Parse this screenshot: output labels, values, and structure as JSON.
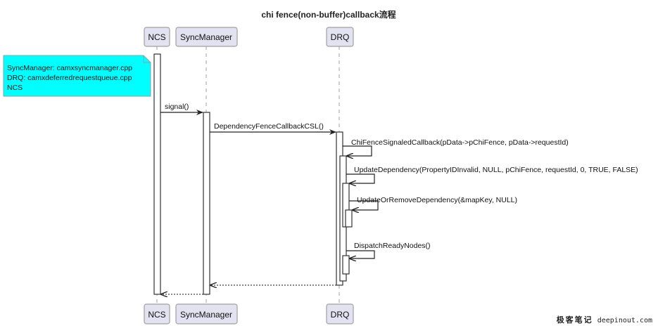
{
  "diagram": {
    "title": "chi fence(non-buffer)callback流程",
    "participants": [
      {
        "id": "NCS",
        "label": "NCS"
      },
      {
        "id": "SyncManager",
        "label": "SyncManager"
      },
      {
        "id": "DRQ",
        "label": "DRQ"
      }
    ],
    "note": {
      "lines": [
        "SyncManager: camxsyncmanager.cpp",
        "DRQ: camxdeferredrequestqueue.cpp",
        "NCS"
      ],
      "color": "#00ffff"
    },
    "messages": [
      {
        "from": "NCS",
        "to": "SyncManager",
        "label": "signal()",
        "type": "sync"
      },
      {
        "from": "SyncManager",
        "to": "DRQ",
        "label": "DependencyFenceCallbackCSL()",
        "type": "sync"
      },
      {
        "from": "DRQ",
        "to": "DRQ",
        "label": "ChiFenceSignaledCallback(pData->pChiFence, pData->requestId)",
        "type": "self"
      },
      {
        "from": "DRQ",
        "to": "DRQ",
        "label": "UpdateDependency(PropertyIDInvalid, NULL, pChiFence, requestId, 0, TRUE, FALSE)",
        "type": "self"
      },
      {
        "from": "DRQ",
        "to": "DRQ",
        "label": "UpdateOrRemoveDependency(&mapKey, NULL)",
        "type": "self"
      },
      {
        "from": "DRQ",
        "to": "DRQ",
        "label": "DispatchReadyNodes()",
        "type": "self"
      },
      {
        "from": "DRQ",
        "to": "SyncManager",
        "label": "",
        "type": "return"
      },
      {
        "from": "SyncManager",
        "to": "NCS",
        "label": "",
        "type": "return"
      }
    ],
    "colors": {
      "participant_fill": "#e2e2f0",
      "participant_border": "#a0a0a0",
      "line": "#333333",
      "lifeline": "#a0a0a0"
    }
  },
  "watermark": {
    "brand": "极客笔记",
    "site": "deepinout.com"
  }
}
